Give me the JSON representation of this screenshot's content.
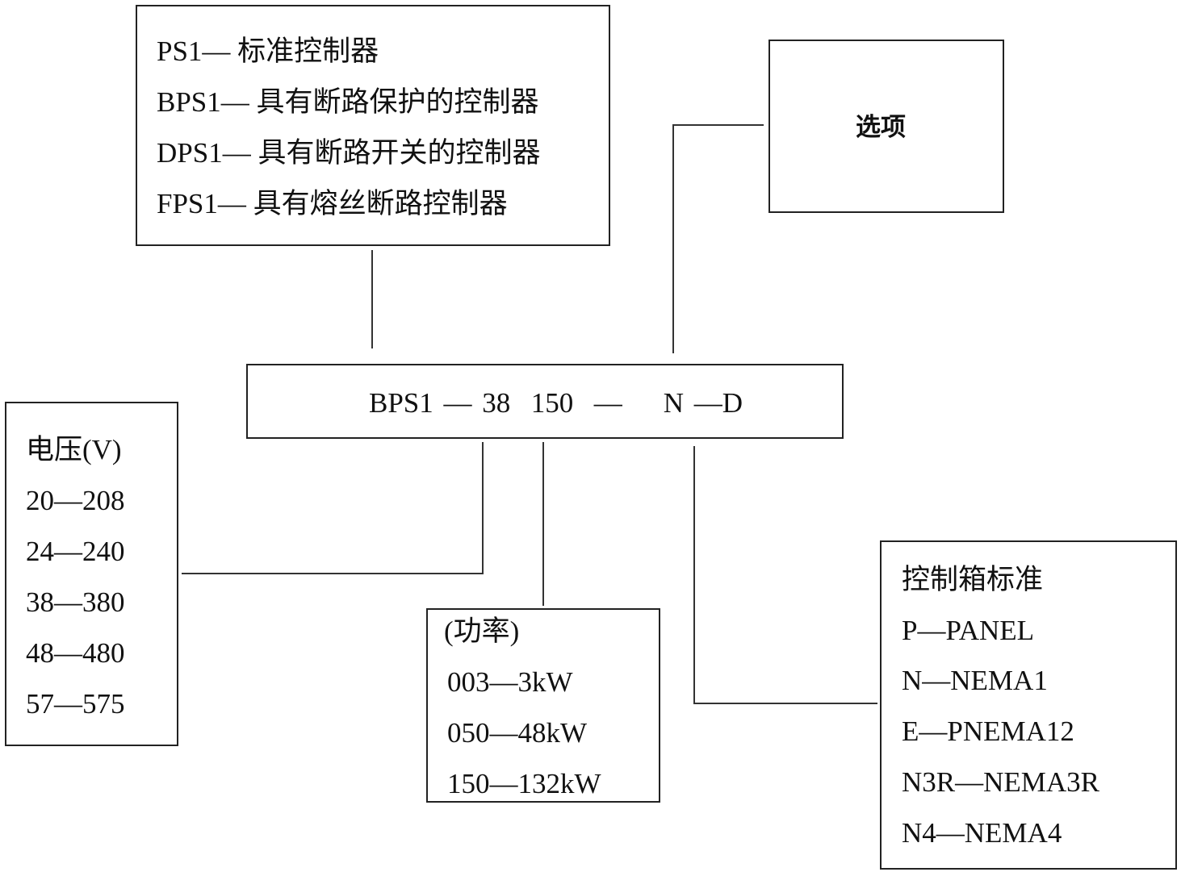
{
  "controller_types": {
    "items": [
      "PS1— 标准控制器",
      "BPS1— 具有断路保护的控制器",
      "DPS1— 具有断路开关的控制器",
      "FPS1— 具有熔丝断路控制器"
    ]
  },
  "options": {
    "label": "选项"
  },
  "model_code": {
    "text": "BPS1 — 38  150  —    N —D"
  },
  "voltage": {
    "header": "电压(V)",
    "items": [
      "20—208",
      "24—240",
      "38—380",
      "48—480",
      "57—575"
    ]
  },
  "power": {
    "header": "(功率)",
    "items": [
      "003—3kW",
      "050—48kW",
      "150—132kW"
    ]
  },
  "enclosure": {
    "header": "控制箱标准",
    "items": [
      "P—PANEL",
      "N—NEMA1",
      "E—PNEMA12",
      "N3R—NEMA3R",
      "N4—NEMA4"
    ]
  }
}
